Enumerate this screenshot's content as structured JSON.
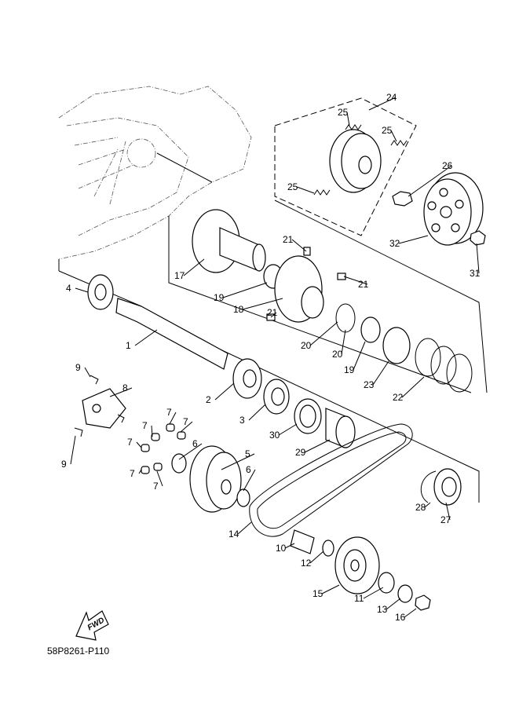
{
  "diagram_code": "58P8261-P110",
  "fwd_label": "FWD",
  "callouts": [
    "24",
    "25",
    "25",
    "26",
    "25",
    "32",
    "31",
    "17",
    "21",
    "21",
    "19",
    "18",
    "21",
    "20",
    "20",
    "19",
    "23",
    "22",
    "4",
    "1",
    "9",
    "8",
    "2",
    "3",
    "7",
    "7",
    "7",
    "7",
    "6",
    "5",
    "30",
    "29",
    "7",
    "7",
    "6",
    "9",
    "28",
    "27",
    "14",
    "10",
    "12",
    "15",
    "11",
    "13",
    "16"
  ]
}
